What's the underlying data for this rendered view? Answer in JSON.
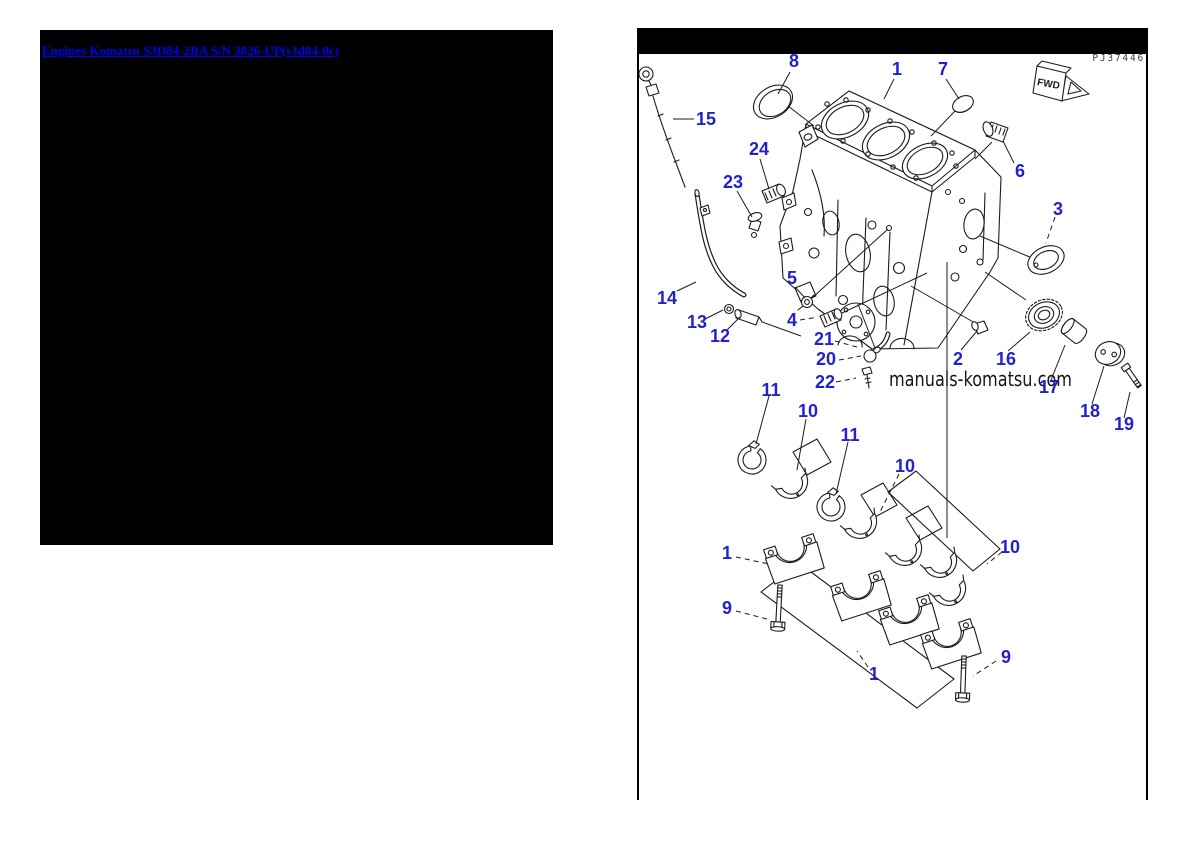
{
  "left_panel": {
    "background": "#000000",
    "link_title": "Engines Komatsu S3D84-2BA S/N 3826-UP(s3d84-0c)",
    "link_color": "#0000ee"
  },
  "diagram_panel": {
    "figure_code": "PJ37446",
    "watermark": "manuals-komatsu.com",
    "fwd_label": "FWD",
    "header_color": "#000000",
    "callout_color": "#2222cc",
    "line_color": "#1c1c1c",
    "callouts": [
      "8",
      "1",
      "7",
      "15",
      "24",
      "23",
      "6",
      "3",
      "5",
      "14",
      "13",
      "12",
      "4",
      "21",
      "20",
      "22",
      "2",
      "16",
      "17",
      "18",
      "19",
      "11",
      "10",
      "11",
      "10",
      "1",
      "10",
      "9",
      "1",
      "9"
    ]
  }
}
